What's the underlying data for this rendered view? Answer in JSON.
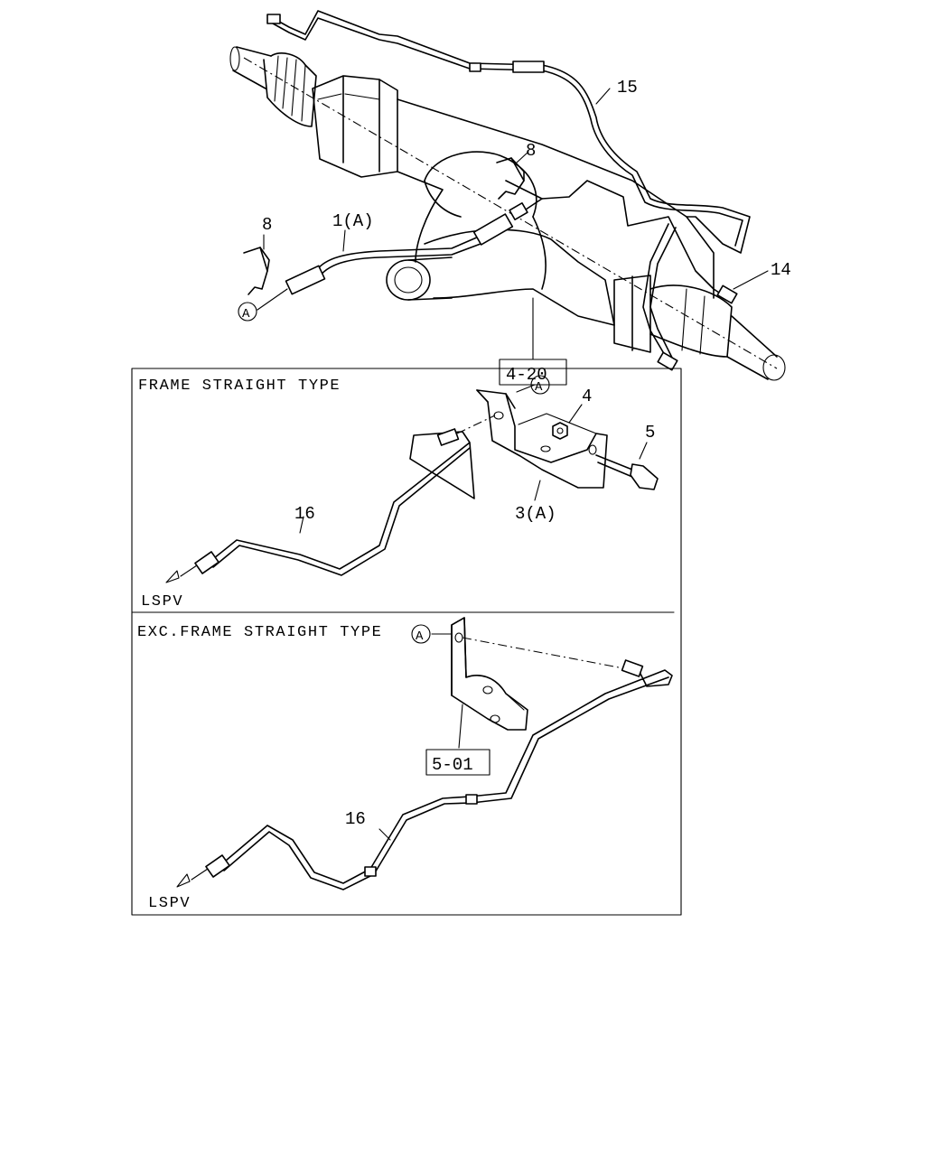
{
  "labels": {
    "p15": "15",
    "p8_upper": "8",
    "p8_lower": "8",
    "p1A": "1(A)",
    "p14": "14",
    "a_main": "A",
    "ref_4_20": "4-20",
    "p4": "4",
    "p5": "5",
    "p3A": "3(A)",
    "p16_top": "16",
    "a_top": "A",
    "lspv_top": "LSPV",
    "a_bottom": "A",
    "ref_5_01": "5-01",
    "p16_bottom": "16",
    "lspv_bottom": "LSPV"
  },
  "panels": {
    "top_title": "FRAME STRAIGHT TYPE",
    "bottom_title": "EXC.FRAME STRAIGHT TYPE"
  }
}
